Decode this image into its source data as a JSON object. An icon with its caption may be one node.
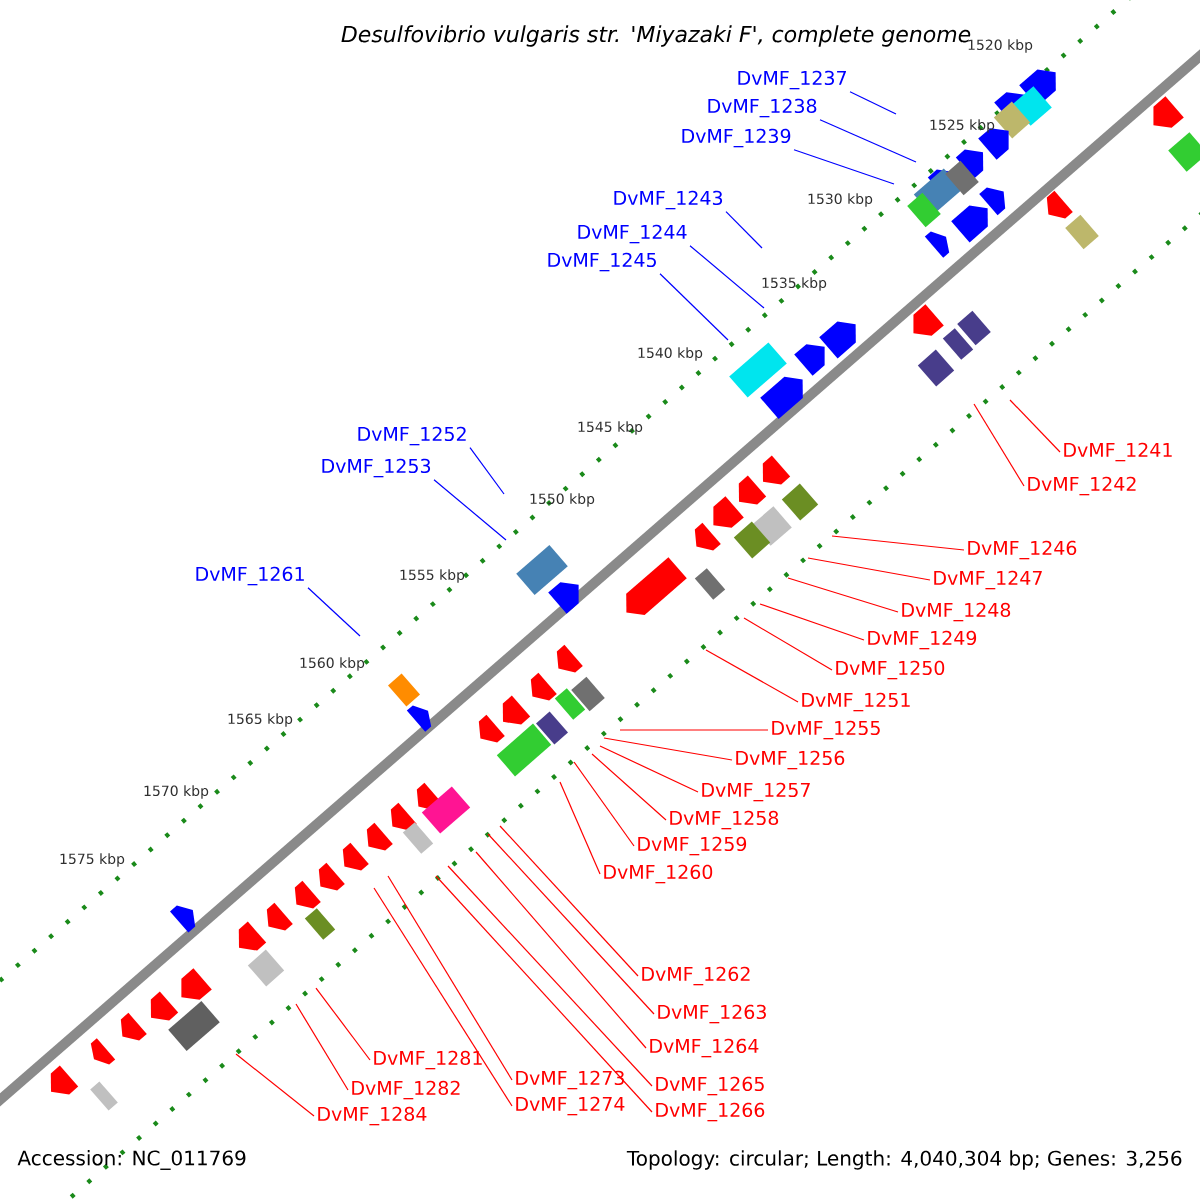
{
  "diagram": {
    "title": "Desulfovibrio vulgaris str. 'Miyazaki F', complete genome",
    "nodes": [
      {
        "text": [
          "DvMF_1237"
        ]
      },
      {
        "text": [
          "DvMF_1238"
        ]
      },
      {
        "text": [
          "DvMF_1239"
        ]
      },
      {
        "text": [
          "DvMF_1243"
        ]
      },
      {
        "text": [
          "DvMF_1244"
        ]
      },
      {
        "text": [
          "DvMF_1245"
        ]
      },
      {
        "text": [
          "DvMF_1252"
        ]
      },
      {
        "text": [
          "DvMF_1253"
        ]
      },
      {
        "text": [
          "DvMF_1261"
        ]
      },
      {
        "text": [
          "DvMF_1241"
        ]
      },
      {
        "text": [
          "DvMF_1242"
        ]
      },
      {
        "text": [
          "DvMF_1246"
        ]
      },
      {
        "text": [
          "DvMF_1247"
        ]
      },
      {
        "text": [
          "DvMF_1248"
        ]
      },
      {
        "text": [
          "DvMF_1249"
        ]
      },
      {
        "text": [
          "DvMF_1250"
        ]
      },
      {
        "text": [
          "DvMF_1251"
        ]
      },
      {
        "text": [
          "DvMF_1255"
        ]
      },
      {
        "text": [
          "DvMF_1256"
        ]
      },
      {
        "text": [
          "DvMF_1257"
        ]
      },
      {
        "text": [
          "DvMF_1258"
        ]
      },
      {
        "text": [
          "DvMF_1259"
        ]
      },
      {
        "text": [
          "DvMF_1260"
        ]
      },
      {
        "text": [
          "DvMF_1262"
        ]
      },
      {
        "text": [
          "DvMF_1263"
        ]
      },
      {
        "text": [
          "DvMF_1264"
        ]
      },
      {
        "text": [
          "DvMF_1265"
        ]
      },
      {
        "text": [
          "DvMF_1266"
        ]
      },
      {
        "text": [
          "DvMF_1273"
        ]
      },
      {
        "text": [
          "DvMF_1274"
        ]
      },
      {
        "text": [
          "DvMF_1281"
        ]
      },
      {
        "text": [
          "DvMF_1282"
        ]
      },
      {
        "text": [
          "DvMF_1284"
        ]
      }
    ],
    "edges": [
      {
        "from": 0,
        "to": null,
        "arrow": "none",
        "color": "#0000ff"
      },
      {
        "from": 1,
        "to": null,
        "arrow": "none",
        "color": "#0000ff"
      },
      {
        "from": 2,
        "to": null,
        "arrow": "none",
        "color": "#0000ff"
      },
      {
        "from": 3,
        "to": null,
        "arrow": "none",
        "color": "#0000ff"
      },
      {
        "from": 4,
        "to": null,
        "arrow": "none",
        "color": "#0000ff"
      },
      {
        "from": 5,
        "to": null,
        "arrow": "none",
        "color": "#0000ff"
      },
      {
        "from": 6,
        "to": null,
        "arrow": "none",
        "color": "#0000ff"
      },
      {
        "from": 7,
        "to": null,
        "arrow": "none",
        "color": "#0000ff"
      },
      {
        "from": 8,
        "to": null,
        "arrow": "none",
        "color": "#0000ff"
      },
      {
        "from": 9,
        "to": null,
        "arrow": "none"
      },
      {
        "from": 10,
        "to": null,
        "arrow": "none"
      },
      {
        "from": 11,
        "to": null,
        "arrow": "none"
      },
      {
        "from": 12,
        "to": null,
        "arrow": "none"
      },
      {
        "from": 13,
        "to": null,
        "arrow": "none"
      },
      {
        "from": 14,
        "to": null,
        "arrow": "none"
      },
      {
        "from": 15,
        "to": null,
        "arrow": "none"
      },
      {
        "from": 16,
        "to": null,
        "arrow": "none"
      },
      {
        "from": 17,
        "to": null,
        "arrow": "none"
      },
      {
        "from": 18,
        "to": null,
        "arrow": "none"
      },
      {
        "from": 19,
        "to": null,
        "arrow": "none"
      },
      {
        "from": 20,
        "to": null,
        "arrow": "none"
      },
      {
        "from": 21,
        "to": null,
        "arrow": "none"
      },
      {
        "from": 22,
        "to": null,
        "arrow": "none"
      },
      {
        "from": 23,
        "to": null,
        "arrow": "none"
      },
      {
        "from": 24,
        "to": null,
        "arrow": "none"
      },
      {
        "from": 25,
        "to": null,
        "arrow": "none"
      },
      {
        "from": 26,
        "to": null,
        "arrow": "none"
      },
      {
        "from": 27,
        "to": null,
        "arrow": "none"
      },
      {
        "from": 28,
        "to": null,
        "arrow": "none"
      },
      {
        "from": 29,
        "to": null,
        "arrow": "none"
      },
      {
        "from": 30,
        "to": null,
        "arrow": "none"
      },
      {
        "from": 31,
        "to": null,
        "arrow": "none"
      },
      {
        "from": 32,
        "to": null,
        "arrow": "none"
      }
    ],
    "labels": [
      "1520 kbp",
      "1525 kbp",
      "1530 kbp",
      "1535 kbp",
      "1540 kbp",
      "1545 kbp",
      "1550 kbp",
      "1555 kbp",
      "1560 kbp",
      "1565 kbp",
      "1570 kbp",
      "1575 kbp",
      "Accession: NC_011769",
      "Topology: circular; Length: 4,040,304 bp; Genes: 3,256"
    ]
  }
}
